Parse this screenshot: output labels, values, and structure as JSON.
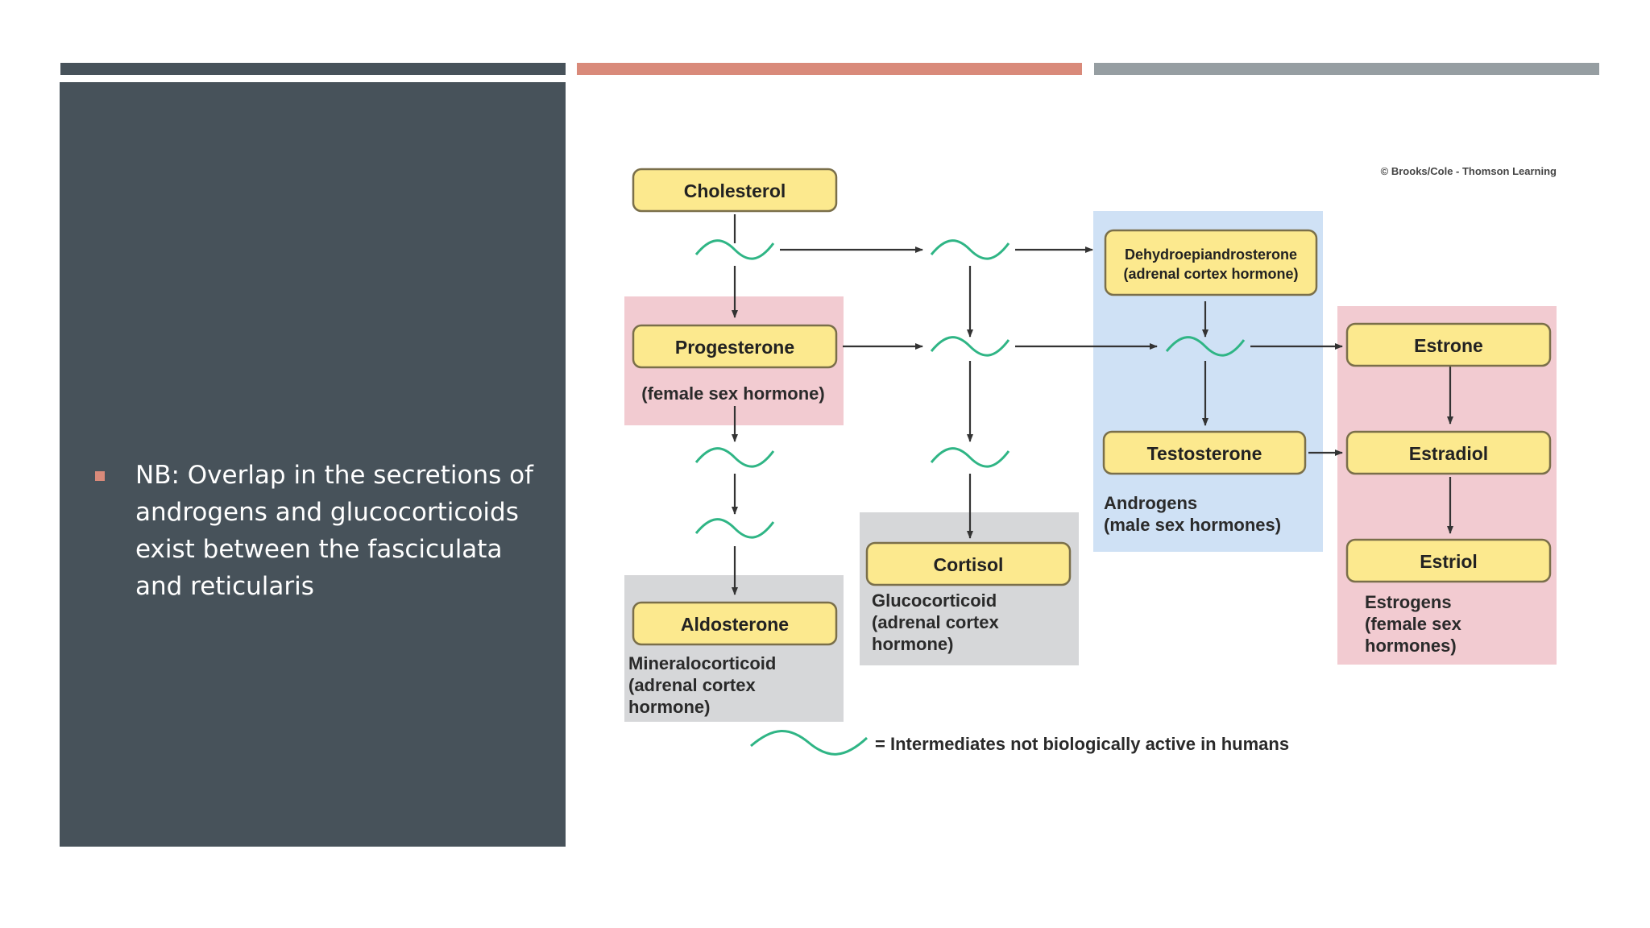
{
  "colors": {
    "dark": "#47525a",
    "accent": "#d98a7a",
    "gray": "#969ea2",
    "box_fill": "#fce98e",
    "box_border": "#7a6f4a",
    "pink_zone": "#f2cbd1",
    "blue_zone": "#cfe1f5",
    "gray_zone": "#d6d7d9",
    "wave": "#2fb585",
    "arrow": "#333333",
    "bullet": "#d98a7a"
  },
  "slide": {
    "bullet_text": "NB: Overlap in the secretions of androgens and glucocorticoids exist between the fasciculata and reticularis"
  },
  "diagram": {
    "copyright": "© Brooks/Cole - Thomson Learning",
    "nodes": {
      "cholesterol": "Cholesterol",
      "progesterone": "Progesterone",
      "aldosterone": "Aldosterone",
      "cortisol": "Cortisol",
      "dhea_line1": "Dehydroepiandrosterone",
      "dhea_line2": "(adrenal cortex hormone)",
      "testosterone": "Testosterone",
      "estrone": "Estrone",
      "estradiol": "Estradiol",
      "estriol": "Estriol"
    },
    "captions": {
      "progesterone": "(female sex hormone)",
      "aldosterone_1": "Mineralocorticoid",
      "aldosterone_2": "(adrenal cortex",
      "aldosterone_3": "hormone)",
      "cortisol_1": "Glucocorticoid",
      "cortisol_2": "(adrenal cortex",
      "cortisol_3": "hormone)",
      "androgens_1": "Androgens",
      "androgens_2": "(male sex hormones)",
      "estrogens_1": "Estrogens",
      "estrogens_2": "(female sex",
      "estrogens_3": "hormones)"
    },
    "legend": "= Intermediates not biologically active in humans"
  }
}
